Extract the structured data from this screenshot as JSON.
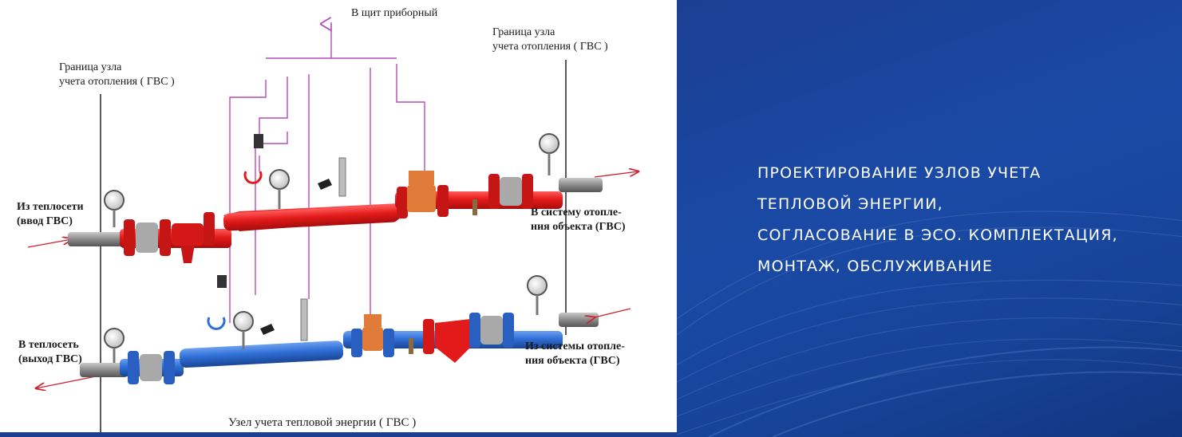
{
  "diagram": {
    "top_label": "В щит приборный",
    "boundary_left": [
      "Граница узла",
      "учета отопления  ( ГВС )"
    ],
    "boundary_right": [
      "Граница узла",
      "учета отопления  ( ГВС )"
    ],
    "supply_in": [
      "Из теплосети",
      "(ввод ГВС)"
    ],
    "supply_out": [
      "В систему отопле-",
      "ния объекта (ГВС)"
    ],
    "return_out": [
      "В теплосеть",
      "(выход ГВС)"
    ],
    "return_in": [
      "Из системы отопле-",
      "ния объекта (ГВС)"
    ],
    "caption": "Узел учета тепловой энергии ( ГВС )",
    "colors": {
      "supply_pipe": "#e31a1a",
      "return_pipe": "#2f6fd6",
      "signal_lines": "#b54bb8",
      "flowmeter": "#e07b3a",
      "arrows": "#d0202a"
    }
  },
  "banner": {
    "lines": [
      "ПРОЕКТИРОВАНИЕ УЗЛОВ УЧЕТА",
      "ТЕПЛОВОЙ ЭНЕРГИИ,",
      "СОГЛАСОВАНИЕ В ЭСО. КОМПЛЕКТАЦИЯ,",
      "МОНТАЖ, ОБСЛУЖИВАНИЕ"
    ],
    "background": "#1a4aa6"
  }
}
